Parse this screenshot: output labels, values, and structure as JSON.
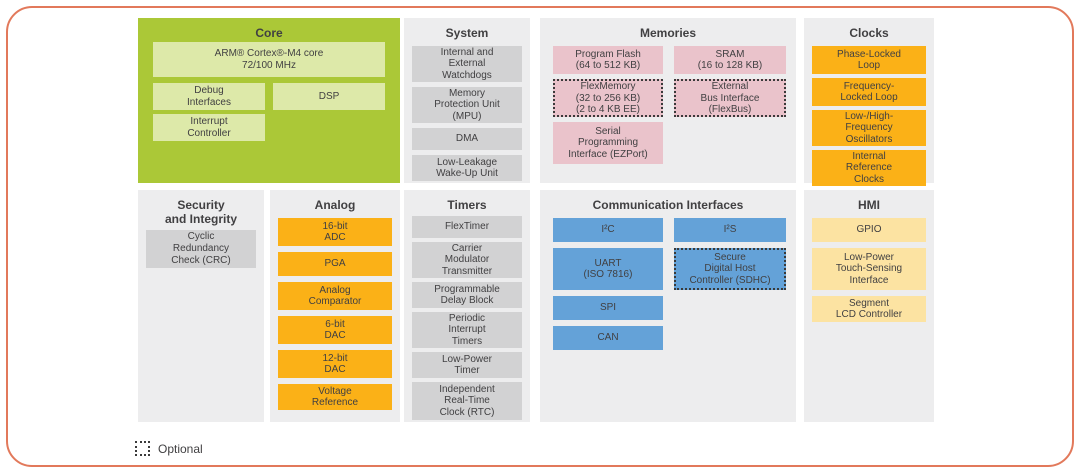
{
  "frame": {
    "border_color": "#E2795B",
    "background": "#FFFFFF"
  },
  "colors": {
    "core_panel": "#ABC837",
    "core_block": "#DDE9A9",
    "panel_background": "#EDEDEE",
    "gray_block": "#D2D2D3",
    "pink_block": "#EAC3CB",
    "orange_block": "#FBB117",
    "blue_block": "#64A2D8",
    "yellow_block": "#FCE3A2",
    "text": "#414042"
  },
  "legend": {
    "label": "Optional"
  },
  "sections": {
    "core": {
      "title": "Core",
      "blocks": [
        {
          "label": "ARM® Cortex®-M4 core\n72/100 MHz"
        },
        {
          "label": "Debug\nInterfaces"
        },
        {
          "label": "DSP"
        },
        {
          "label": "Interrupt\nController"
        }
      ]
    },
    "system": {
      "title": "System",
      "blocks": [
        {
          "label": "Internal and\nExternal\nWatchdogs"
        },
        {
          "label": "Memory\nProtection Unit\n(MPU)"
        },
        {
          "label": "DMA"
        },
        {
          "label": "Low-Leakage\nWake-Up Unit"
        }
      ]
    },
    "memories": {
      "title": "Memories",
      "left": [
        {
          "label": "Program Flash\n(64 to 512 KB)",
          "optional": false
        },
        {
          "label": "FlexMemory\n(32 to 256 KB)\n(2 to 4 KB EE)",
          "optional": true
        },
        {
          "label": "Serial\nProgramming\nInterface (EZPort)",
          "optional": false
        }
      ],
      "right": [
        {
          "label": "SRAM\n(16 to 128 KB)",
          "optional": false
        },
        {
          "label": "External\nBus Interface\n(FlexBus)",
          "optional": true
        }
      ]
    },
    "clocks": {
      "title": "Clocks",
      "blocks": [
        {
          "label": "Phase-Locked\nLoop"
        },
        {
          "label": "Frequency-\nLocked Loop"
        },
        {
          "label": "Low-/High-\nFrequency\nOscillators"
        },
        {
          "label": "Internal\nReference\nClocks"
        }
      ]
    },
    "security": {
      "title": "Security\nand Integrity",
      "blocks": [
        {
          "label": "Cyclic\nRedundancy\nCheck (CRC)"
        }
      ]
    },
    "analog": {
      "title": "Analog",
      "blocks": [
        {
          "label": "16-bit\nADC"
        },
        {
          "label": "PGA"
        },
        {
          "label": "Analog\nComparator"
        },
        {
          "label": "6-bit\nDAC"
        },
        {
          "label": "12-bit\nDAC"
        },
        {
          "label": "Voltage\nReference"
        }
      ]
    },
    "timers": {
      "title": "Timers",
      "blocks": [
        {
          "label": "FlexTimer"
        },
        {
          "label": "Carrier\nModulator\nTransmitter"
        },
        {
          "label": "Programmable\nDelay Block"
        },
        {
          "label": "Periodic\nInterrupt\nTimers"
        },
        {
          "label": "Low-Power\nTimer"
        },
        {
          "label": "Independent\nReal-Time\nClock (RTC)"
        }
      ]
    },
    "comm": {
      "title": "Communication Interfaces",
      "left": [
        {
          "label": "I²C",
          "optional": false
        },
        {
          "label": "UART\n(ISO 7816)",
          "optional": false
        },
        {
          "label": "SPI",
          "optional": false
        },
        {
          "label": "CAN",
          "optional": false
        }
      ],
      "right": [
        {
          "label": "I²S",
          "optional": false
        },
        {
          "label": "Secure\nDigital Host\nController (SDHC)",
          "optional": true
        }
      ]
    },
    "hmi": {
      "title": "HMI",
      "blocks": [
        {
          "label": "GPIO"
        },
        {
          "label": "Low-Power\nTouch-Sensing\nInterface"
        },
        {
          "label": "Segment\nLCD Controller"
        }
      ]
    }
  }
}
